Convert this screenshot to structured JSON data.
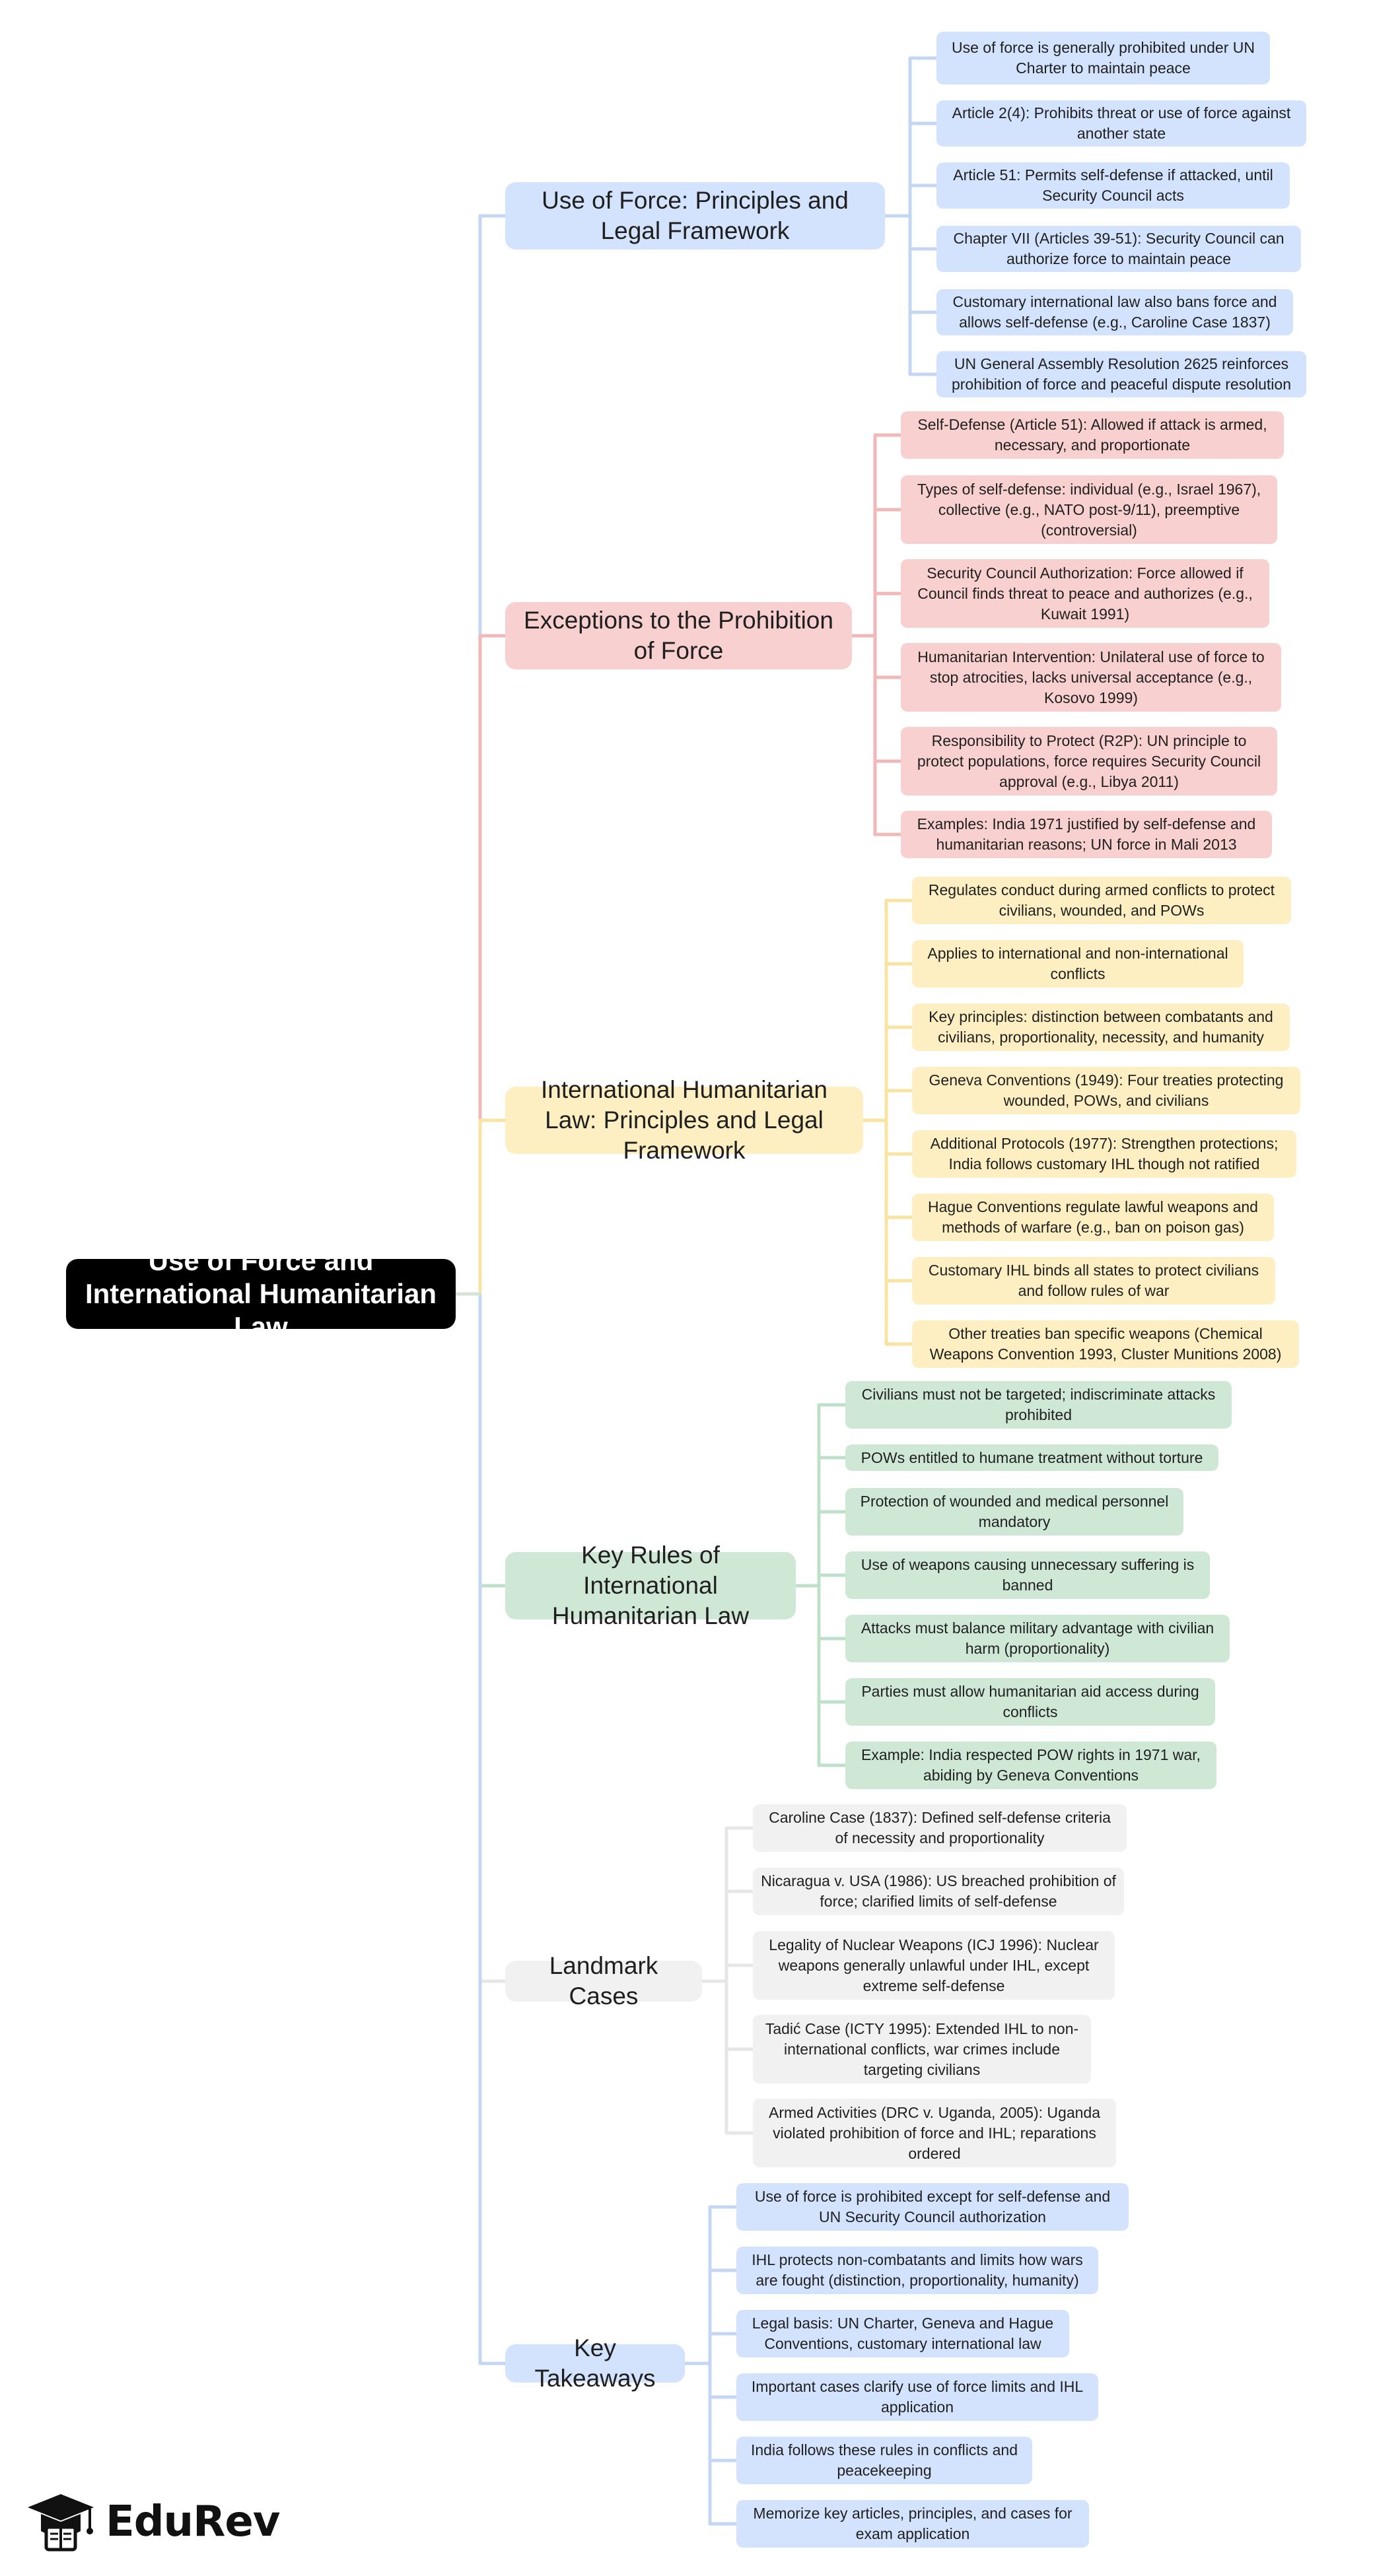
{
  "root": {
    "label": "Use of Force and International Humanitarian Law"
  },
  "branches": [
    {
      "label": "Use of Force: Principles and Legal Framework",
      "color": "#d3e3fd",
      "line": "#c3d7f5",
      "children": [
        "Use of force is generally prohibited under UN Charter to maintain peace",
        "Article 2(4): Prohibits threat or use of force against another state",
        "Article 51: Permits self-defense if attacked, until Security Council acts",
        "Chapter VII (Articles 39-51): Security Council can authorize force to maintain peace",
        "Customary international law also bans force and allows self-defense (e.g., Caroline Case 1837)",
        "UN General Assembly Resolution 2625 reinforces prohibition of force and peaceful dispute resolution"
      ]
    },
    {
      "label": "Exceptions to the Prohibition of Force",
      "color": "#f9d0d0",
      "line": "#f2b8b8",
      "children": [
        "Self-Defense (Article 51): Allowed if attack is armed, necessary, and proportionate",
        "Types of self-defense: individual (e.g., Israel 1967), collective (e.g., NATO post-9/11), preemptive (controversial)",
        "Security Council Authorization: Force allowed if Council finds threat to peace and authorizes (e.g., Kuwait 1991)",
        "Humanitarian Intervention: Unilateral use of force to stop atrocities, lacks universal acceptance (e.g., Kosovo 1999)",
        "Responsibility to Protect (R2P): UN principle to protect populations, force requires Security Council approval (e.g., Libya 2011)",
        "Examples: India 1971 justified by self-defense and humanitarian reasons; UN force in Mali 2013"
      ]
    },
    {
      "label": "International Humanitarian Law: Principles and Legal Framework",
      "color": "#fdefc2",
      "line": "#f8e3a0",
      "children": [
        "Regulates conduct during armed conflicts to protect civilians, wounded, and POWs",
        "Applies to international and non-international conflicts",
        "Key principles: distinction between combatants and civilians, proportionality, necessity, and humanity",
        "Geneva Conventions (1949): Four treaties protecting wounded, POWs, and civilians",
        "Additional Protocols (1977): Strengthen protections; India follows customary IHL though not ratified",
        "Hague Conventions regulate lawful weapons and methods of warfare (e.g., ban on poison gas)",
        "Customary IHL binds all states to protect civilians and follow rules of war",
        "Other treaties ban specific weapons (Chemical Weapons Convention 1993, Cluster Munitions 2008)"
      ]
    },
    {
      "label": "Key Rules of International Humanitarian Law",
      "color": "#cfe8d6",
      "line": "#bfe0c8",
      "children": [
        "Civilians must not be targeted; indiscriminate attacks prohibited",
        "POWs entitled to humane treatment without torture",
        "Protection of wounded and medical personnel mandatory",
        "Use of weapons causing unnecessary suffering is banned",
        "Attacks must balance military advantage with civilian harm (proportionality)",
        "Parties must allow humanitarian aid access during conflicts",
        "Example: India respected POW rights in 1971 war, abiding by Geneva Conventions"
      ]
    },
    {
      "label": "Landmark Cases",
      "color": "#f1f1f1",
      "line": "#e6e6e6",
      "children": [
        "Caroline Case (1837): Defined self-defense criteria of necessity and proportionality",
        "Nicaragua v. USA (1986): US breached prohibition of force; clarified limits of self-defense",
        "Legality of Nuclear Weapons (ICJ 1996): Nuclear weapons generally unlawful under IHL, except extreme self-defense",
        "Tadić Case (ICTY 1995): Extended IHL to non-international conflicts, war crimes include targeting civilians",
        "Armed Activities (DRC v. Uganda, 2005): Uganda violated prohibition of force and IHL; reparations ordered"
      ]
    },
    {
      "label": "Key Takeaways",
      "color": "#d3e3fd",
      "line": "#c3d7f5",
      "children": [
        "Use of force is prohibited except for self-defense and UN Security Council authorization",
        "IHL protects non-combatants and limits how wars are fought (distinction, proportionality, humanity)",
        "Legal basis: UN Charter, Geneva and Hague Conventions, customary international law",
        "Important cases clarify use of force limits and IHL application",
        "India follows these rules in conflicts and peacekeeping",
        "Memorize key articles, principles, and cases for exam application"
      ]
    }
  ],
  "logo": {
    "text": "EduRev",
    "icon": "graduation-cap-icon"
  }
}
